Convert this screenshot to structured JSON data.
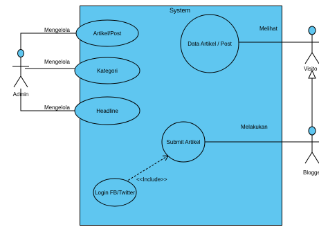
{
  "system": {
    "title": "System",
    "fill": "#5fc6f0",
    "border": "#000000"
  },
  "use_cases": {
    "artikel_post": "Artikel/Post",
    "kategori": "Kategori",
    "headline": "Headline",
    "data_artikel": "Data Artikel / Post",
    "submit_artikel": "Submit Artikel",
    "login": "Login FB/Twitter"
  },
  "actors": {
    "admin": "Admin",
    "visitor": "Visito",
    "blogger": "Blogge",
    "head_color": "#5fc6f0"
  },
  "associations": {
    "admin_artikel": "Mengelola",
    "admin_kategori": "Mengelola",
    "admin_headline": "Mengelola",
    "visitor_data": "Melihat",
    "blogger_submit": "Melakukan"
  },
  "include_label": "<<Include>>"
}
